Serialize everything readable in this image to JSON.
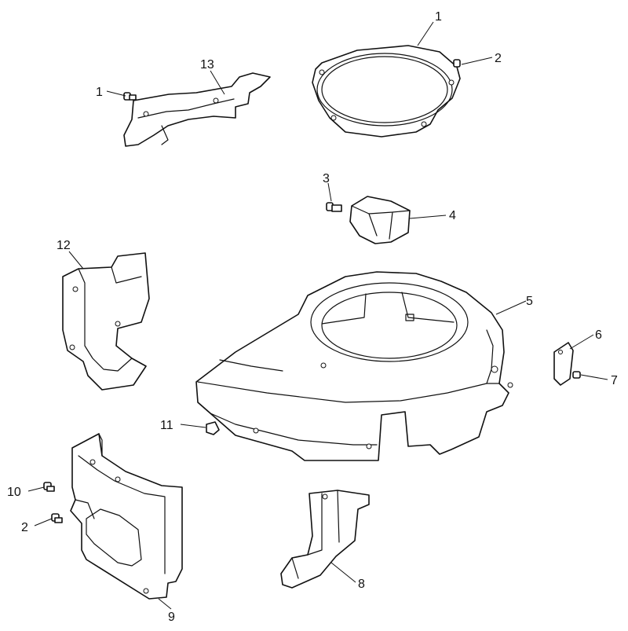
{
  "diagram": {
    "callouts": [
      {
        "id": "c1a",
        "label": "1"
      },
      {
        "id": "c1b",
        "label": "1"
      },
      {
        "id": "c2a",
        "label": "2"
      },
      {
        "id": "c2b",
        "label": "2"
      },
      {
        "id": "c3",
        "label": "3"
      },
      {
        "id": "c4",
        "label": "4"
      },
      {
        "id": "c5",
        "label": "5"
      },
      {
        "id": "c6",
        "label": "6"
      },
      {
        "id": "c7",
        "label": "7"
      },
      {
        "id": "c8",
        "label": "8"
      },
      {
        "id": "c9",
        "label": "9"
      },
      {
        "id": "c10",
        "label": "10"
      },
      {
        "id": "c11",
        "label": "11"
      },
      {
        "id": "c12",
        "label": "12"
      },
      {
        "id": "c13",
        "label": "13"
      }
    ]
  }
}
